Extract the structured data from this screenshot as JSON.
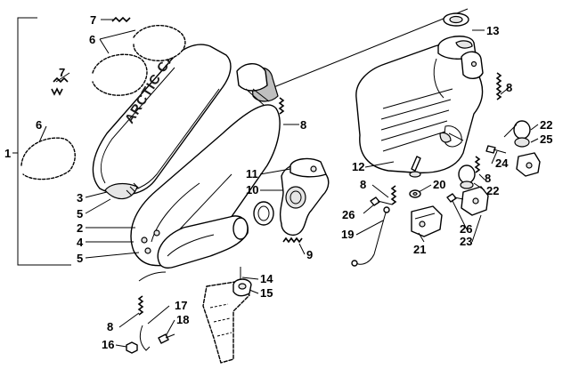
{
  "diagram": {
    "logo_text": "ARCTIC CAT",
    "callouts": {
      "c1": "1",
      "c2": "2",
      "c3": "3",
      "c4": "4",
      "c5a": "5",
      "c5b": "5",
      "c6a": "6",
      "c6b": "6",
      "c7a": "7",
      "c7b": "7",
      "c8a": "8",
      "c8b": "8",
      "c8c": "8",
      "c8d": "8",
      "c8e": "8",
      "c9": "9",
      "c10": "10",
      "c11": "11",
      "c12": "12",
      "c13": "13",
      "c14": "14",
      "c15": "15",
      "c16": "16",
      "c17": "17",
      "c18": "18",
      "c19": "19",
      "c20": "20",
      "c21": "21",
      "c22a": "22",
      "c22b": "22",
      "c23": "23",
      "c24": "24",
      "c25": "25",
      "c26a": "26",
      "c26b": "26"
    }
  }
}
